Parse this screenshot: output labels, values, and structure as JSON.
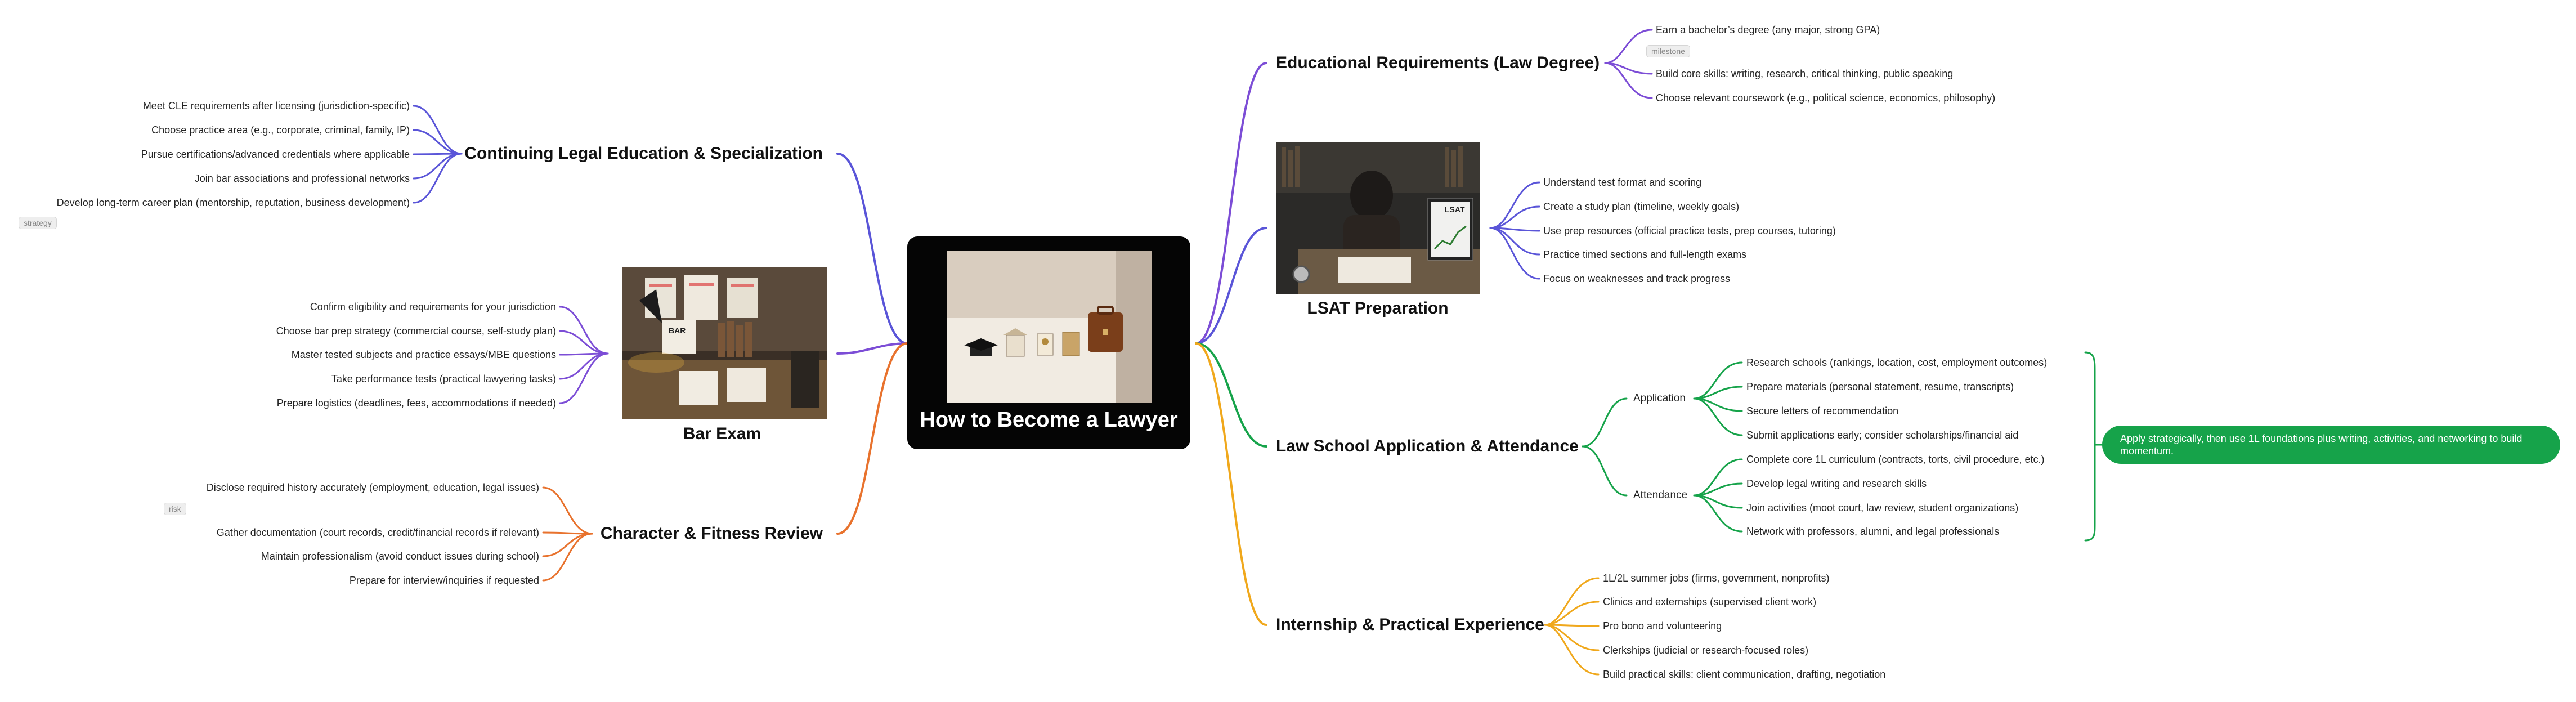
{
  "root": {
    "title": "How to Become a Lawyer"
  },
  "branches": {
    "education": {
      "title": "Educational Requirements (Law Degree)",
      "items": [
        "Earn a bachelor’s degree (any major, strong GPA)",
        "Build core skills: writing, research, critical thinking, public speaking",
        "Choose relevant coursework (e.g., political science, economics, philosophy)"
      ],
      "tag": "milestone"
    },
    "lsat": {
      "title": "LSAT Preparation",
      "items": [
        "Understand test format and scoring",
        "Create a study plan (timeline, weekly goals)",
        "Use prep resources (official practice tests, prep courses, tutoring)",
        "Practice timed sections and full-length exams",
        "Focus on weaknesses and track progress"
      ],
      "image_text": "LSAT"
    },
    "lawschool": {
      "title": "Law School Application & Attendance",
      "application": {
        "label": "Application",
        "items": [
          "Research schools (rankings, location, cost, employment outcomes)",
          "Prepare materials (personal statement, resume, transcripts)",
          "Secure letters of recommendation",
          "Submit applications early; consider scholarships/financial aid"
        ]
      },
      "attendance": {
        "label": "Attendance",
        "items": [
          "Complete core 1L curriculum (contracts, torts, civil procedure, etc.)",
          "Develop legal writing and research skills",
          "Join activities (moot court, law review, student organizations)",
          "Network with professors, alumni, and legal professionals"
        ]
      },
      "summary": "Apply strategically, then use 1L foundations plus writing, activities, and networking to build momentum."
    },
    "internship": {
      "title": "Internship & Practical Experience",
      "items": [
        "1L/2L summer jobs (firms, government, nonprofits)",
        "Clinics and externships (supervised client work)",
        "Pro bono and volunteering",
        "Clerkships (judicial or research-focused roles)",
        "Build practical skills: client communication, drafting, negotiation"
      ]
    },
    "cle": {
      "title": "Continuing Legal Education & Specialization",
      "items": [
        "Meet CLE requirements after licensing (jurisdiction-specific)",
        "Choose practice area (e.g., corporate, criminal, family, IP)",
        "Pursue certifications/advanced credentials where applicable",
        "Join bar associations and professional networks",
        "Develop long-term career plan (mentorship, reputation, business development)"
      ],
      "tag": "strategy"
    },
    "bar": {
      "title": "Bar Exam",
      "items": [
        "Confirm eligibility and requirements for your jurisdiction",
        "Choose bar prep strategy (commercial course, self-study plan)",
        "Master tested subjects and practice essays/MBE questions",
        "Take performance tests (practical lawyering tasks)",
        "Prepare logistics (deadlines, fees, accommodations if needed)"
      ],
      "image_text": "BAR"
    },
    "character": {
      "title": "Character & Fitness Review",
      "items": [
        "Disclose required history accurately (employment, education, legal issues)",
        "Gather documentation (court records, credit/financial records if relevant)",
        "Maintain professionalism (avoid conduct issues during school)",
        "Prepare for interview/inquiries if requested"
      ],
      "tag": "risk"
    }
  },
  "colors": {
    "purple": "#7c4dd6",
    "blue": "#5a55d8",
    "green": "#16a34a",
    "orange": "#e8722d",
    "amber": "#f0a81c"
  }
}
